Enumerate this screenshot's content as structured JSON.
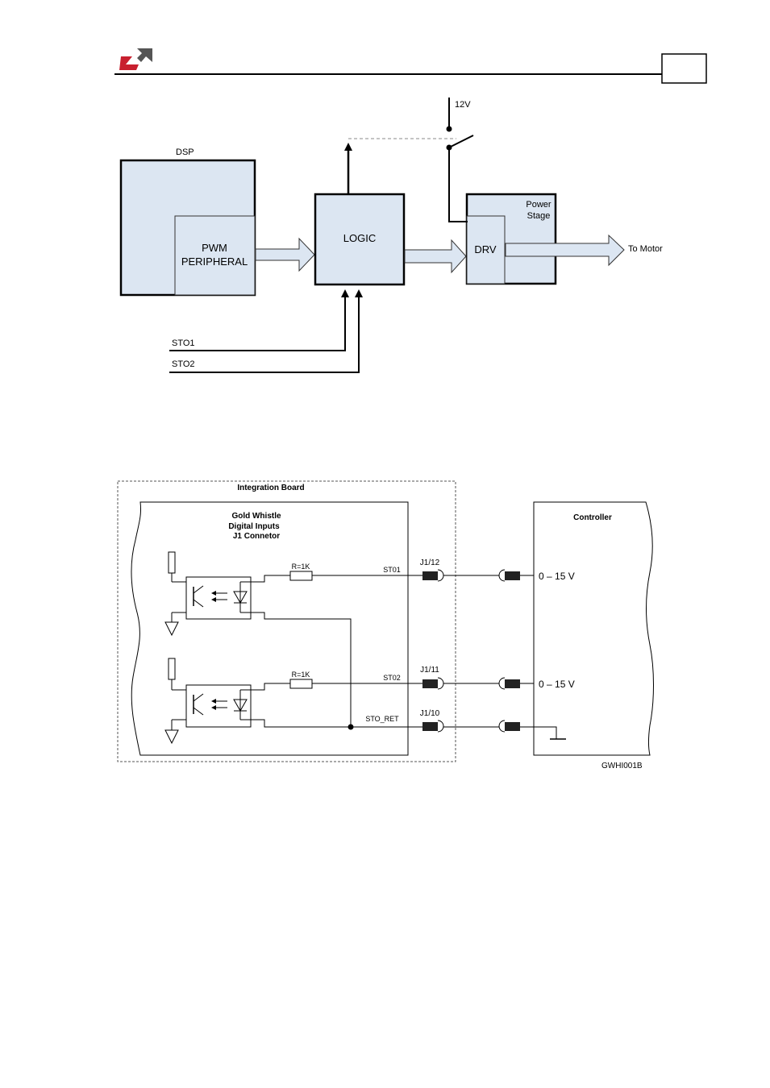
{
  "header": {
    "logo_icon": "company-logo",
    "logo_colors": {
      "red": "#c8202f",
      "gray": "#555555"
    },
    "page_box_text": ""
  },
  "diagram1": {
    "dsp_label": "DSP",
    "pwm_line1": "PWM",
    "pwm_line2": "PERIPHERAL",
    "logic_label": "LOGIC",
    "power_stage_line1": "Power",
    "power_stage_line2": "Stage",
    "drv_label": "DRV",
    "to_motor_label": "To Motor",
    "supply_label": "12V",
    "sto1_label": "STO1",
    "sto2_label": "STO2",
    "block_fill": "#dce6f2"
  },
  "diagram2": {
    "integration_board_label": "Integration Board",
    "gw_title_line1": "Gold Whistle",
    "gw_title_line2": "Digital Inputs",
    "gw_title_line3": "J1 Connetor",
    "resistor1_label": "R=1K",
    "resistor2_label": "R=1K",
    "signal1_label": "ST01",
    "signal2_label": "ST02",
    "signal3_label": "STO_RET",
    "pin1_label": "J1/12",
    "pin2_label": "J1/11",
    "pin3_label": "J1/10",
    "controller_label": "Controller",
    "voltage1_label": "0 – 15 V",
    "voltage2_label": "0 – 15 V",
    "figure_code": "GWHI001B"
  }
}
